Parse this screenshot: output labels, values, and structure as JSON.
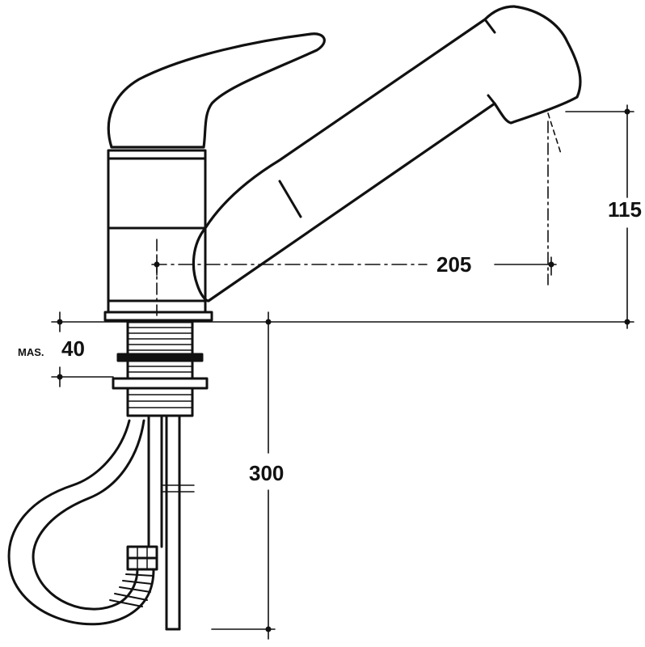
{
  "drawing": {
    "ink_color": "#111111",
    "background_color": "#ffffff",
    "dimensions": {
      "spout_height": "115",
      "spout_reach": "205",
      "max_thickness_prefix": "MAS.",
      "max_thickness": "40",
      "hose_length": "300"
    }
  }
}
